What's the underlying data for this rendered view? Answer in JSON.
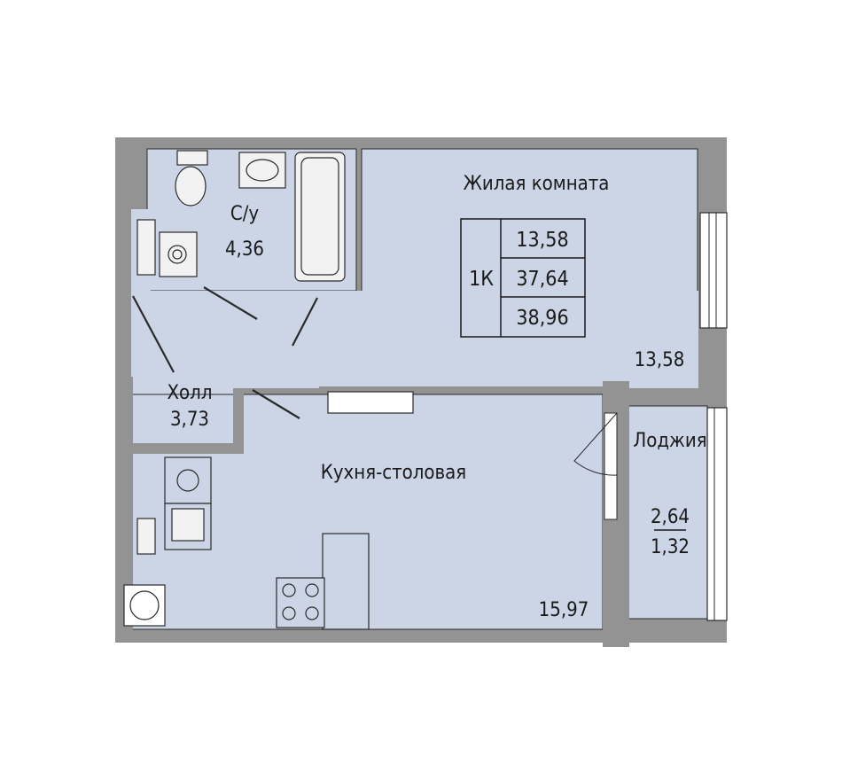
{
  "rooms": {
    "living": {
      "name": "Жилая комната",
      "area": "13,58"
    },
    "bathroom": {
      "name": "С/у",
      "area": "4,36"
    },
    "hall": {
      "name": "Холл",
      "area": "3,73"
    },
    "kitchen": {
      "name": "Кухня-столовая",
      "area": "15,97"
    },
    "loggia": {
      "name": "Лоджия",
      "area_full": "2,64",
      "area_reduced": "1,32"
    }
  },
  "summary": {
    "type": "1К",
    "living_area": "13,58",
    "area_without_loggia": "37,64",
    "total_area": "38,96"
  },
  "colors": {
    "wall": "#939393",
    "floor": "#cbd5e6",
    "outline": "#2a2a2a",
    "fixture": "#f2f2f2"
  }
}
